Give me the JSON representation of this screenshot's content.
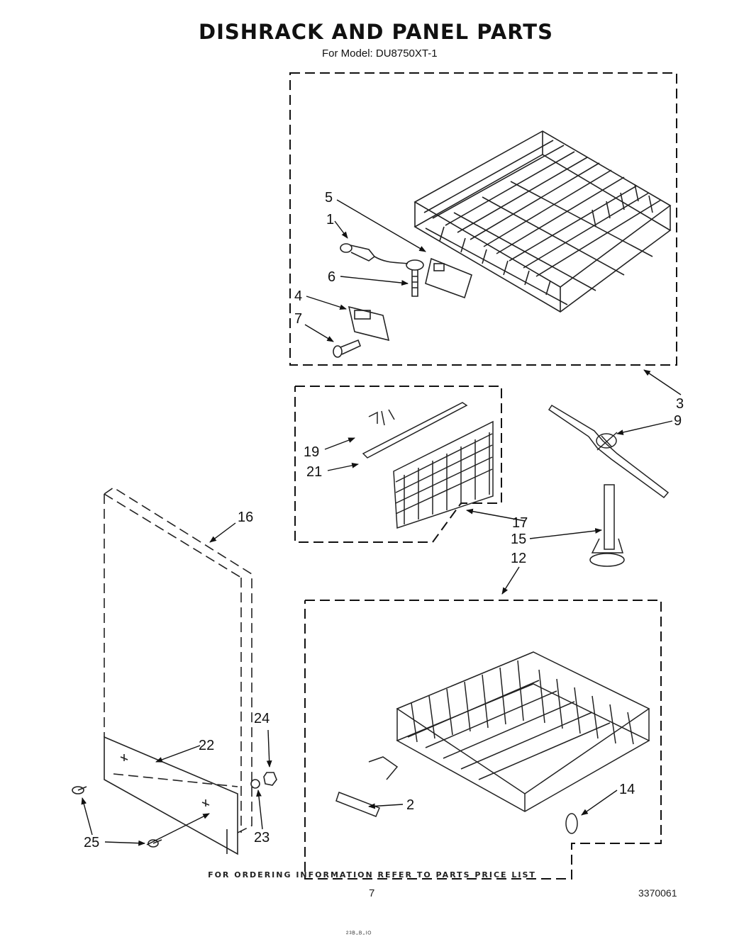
{
  "title": "DISHRACK AND PANEL PARTS",
  "subtitle": "For Model: DU8750XT-1",
  "parts": [
    {
      "num": "1"
    },
    {
      "num": "2"
    },
    {
      "num": "3"
    },
    {
      "num": "4"
    },
    {
      "num": "5"
    },
    {
      "num": "6"
    },
    {
      "num": "7"
    },
    {
      "num": "9"
    },
    {
      "num": "12"
    },
    {
      "num": "14"
    },
    {
      "num": "15"
    },
    {
      "num": "16"
    },
    {
      "num": "17"
    },
    {
      "num": "19"
    },
    {
      "num": "21"
    },
    {
      "num": "22"
    },
    {
      "num": "23"
    },
    {
      "num": "24"
    },
    {
      "num": "25"
    }
  ],
  "footer": {
    "ordering_note": "FOR ORDERING INFORMATION REFER TO PARTS PRICE LIST",
    "page_number": "7",
    "doc_number": "3370061",
    "bottom_mark": "²³ᴮ-ᴮ-ᴵᴼ"
  }
}
